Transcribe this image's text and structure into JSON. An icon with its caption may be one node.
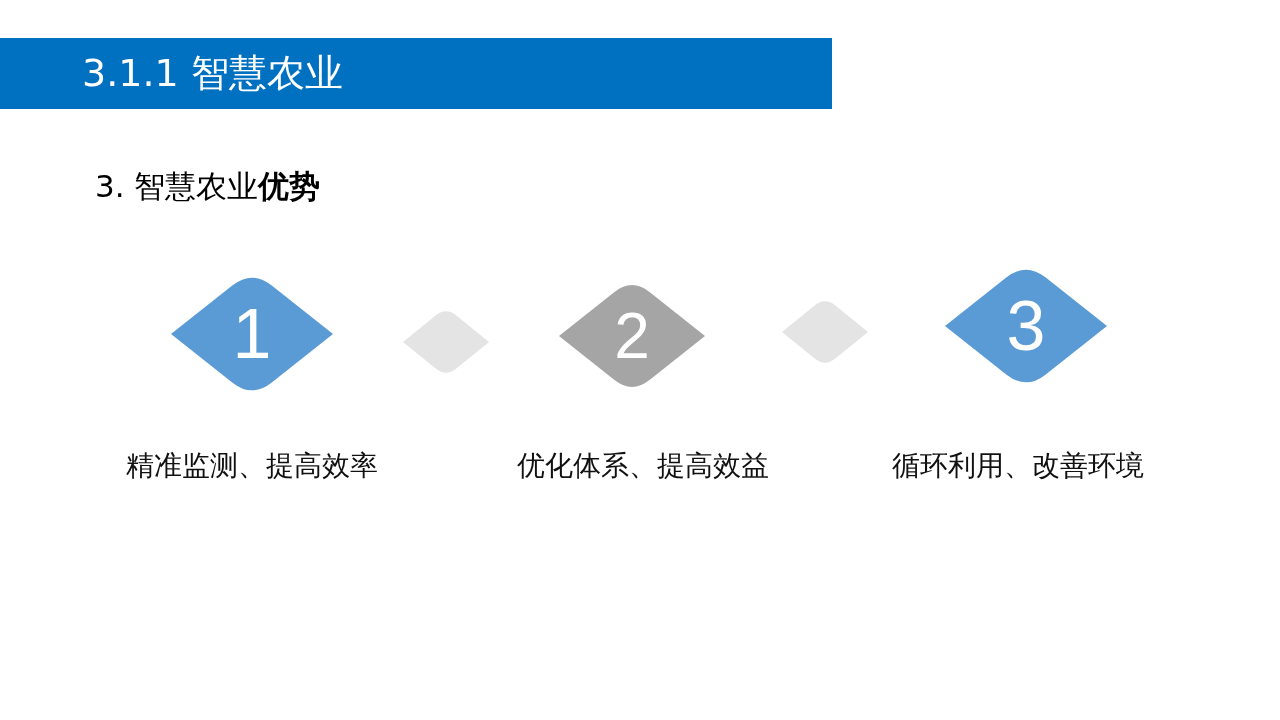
{
  "diagram": {
    "title": "3.1.1 智慧农业",
    "nodes": [
      {
        "text": [
          "1"
        ],
        "beside": [
          "精准监测、提高效率"
        ]
      },
      {
        "text": [],
        "shape": "diamond"
      },
      {
        "text": [
          "2"
        ],
        "beside": [
          "优化体系、提高效益"
        ]
      },
      {
        "text": [],
        "shape": "diamond"
      },
      {
        "text": [
          "3"
        ],
        "beside": [
          "循环利用、改善环境"
        ]
      }
    ],
    "edges": [],
    "labels": [
      "3. 智慧农业**优势**"
    ]
  }
}
